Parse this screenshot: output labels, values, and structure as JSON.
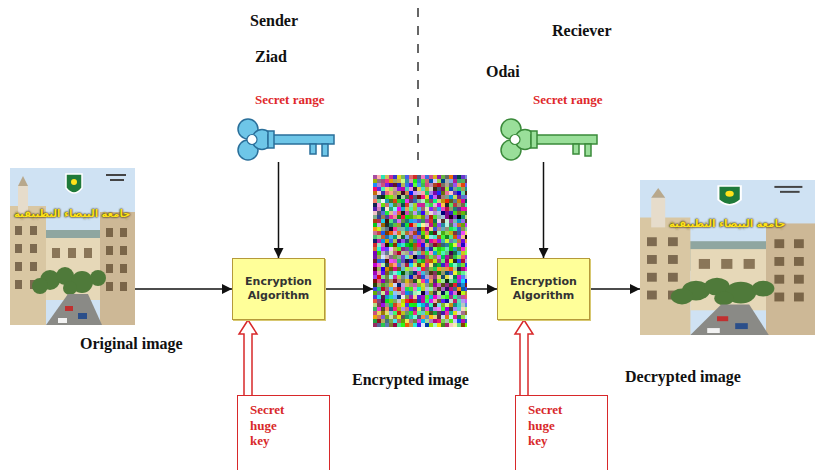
{
  "diagram": {
    "nodes": [
      {
        "text": [
          "Original image"
        ]
      },
      {
        "text": [
          "Secret range"
        ]
      },
      {
        "text": [
          "Encryption Algorithm"
        ]
      },
      {
        "text": [
          "Secret huge key"
        ]
      },
      {
        "text": [
          "Encrypted image"
        ]
      },
      {
        "text": [
          "Secret range"
        ]
      },
      {
        "text": [
          "Encryption Algorithm"
        ]
      },
      {
        "text": [
          "Secret huge key"
        ]
      },
      {
        "text": [
          "Decrypted image"
        ]
      }
    ],
    "edges": [
      {
        "from": 0,
        "to": 2,
        "arrow": "to"
      },
      {
        "from": 1,
        "to": 2,
        "arrow": "to"
      },
      {
        "from": 3,
        "to": 2,
        "arrow": "to"
      },
      {
        "from": 2,
        "to": 4,
        "arrow": "to"
      },
      {
        "from": 4,
        "to": 6,
        "arrow": "to"
      },
      {
        "from": 5,
        "to": 6,
        "arrow": "to"
      },
      {
        "from": 7,
        "to": 6,
        "arrow": "to"
      },
      {
        "from": 6,
        "to": 8,
        "arrow": "to"
      }
    ],
    "labels": [
      "Sender",
      "Ziad",
      "Reciever",
      "Odai",
      "جامعة البيضاء التطبيقية",
      "جامعة البيضاء التطبيقية"
    ]
  }
}
